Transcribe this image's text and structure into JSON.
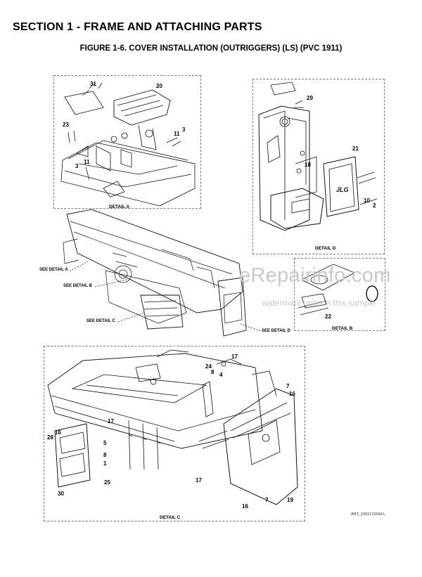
{
  "header": {
    "section_title": "SECTION 1 - FRAME AND ATTACHING PARTS",
    "figure_title": "FIGURE 1-6. COVER INSTALLATION (OUTRIGGERS) (LS) (PVC 1911)"
  },
  "detail_a": {
    "label": "DETAIL A",
    "callouts": {
      "c31": "31",
      "c20": "20",
      "c23": "23",
      "c11a": "11",
      "c3a": "3",
      "c3b": "3",
      "c11b": "11"
    }
  },
  "detail_d": {
    "label": "DETAIL D",
    "callouts": {
      "c29": "29",
      "c21": "21",
      "c18": "18",
      "c10": "10",
      "c2": "2"
    }
  },
  "detail_b": {
    "label": "DETAIL B",
    "callouts": {
      "c22": "22"
    }
  },
  "overview": {
    "see_detail_a": "SEE DETAIL A",
    "see_detail_b": "SEE DETAIL B",
    "see_detail_c": "SEE DETAIL C",
    "see_detail_d": "SEE DETAIL D"
  },
  "detail_c": {
    "label": "DETAIL C",
    "callouts": {
      "c17a": "17",
      "c24": "24",
      "c8a": "8",
      "c4": "4",
      "c7a": "7",
      "c16a": "16",
      "c17b": "17",
      "c16b": "16",
      "c28": "28",
      "c5": "5",
      "c8b": "8",
      "c1": "1",
      "c25": "25",
      "c30": "30",
      "c17c": "17",
      "c7b": "7",
      "c16c": "16",
      "c19": "19"
    }
  },
  "watermark": {
    "main": "eRepairinfo.com",
    "sub": "watermark only on this sample"
  },
  "art_id": "ART_1001172644-L",
  "colors": {
    "line": "#111111",
    "dashed_border": "#777777",
    "watermark": "#c9c9c9"
  }
}
